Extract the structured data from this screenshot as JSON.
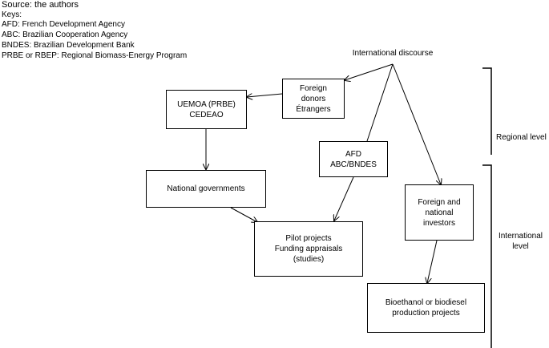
{
  "header": {
    "source": "Source: the authors",
    "keys_title": "Keys:",
    "keys": [
      "AFD: French Development Agency",
      "ABC: Brazilian Cooperation Agency",
      "BNDES: Brazilian Development Bank",
      "PRBE or RBEP: Regional Biomass-Energy Program"
    ]
  },
  "diagram": {
    "top_label": "International discourse",
    "nodes": {
      "foreign_donors": [
        "Foreign",
        "donors",
        "Étrangers"
      ],
      "uemoa": [
        "UEMOA (PRBE)",
        "CEDEAO"
      ],
      "afd": [
        "AFD",
        "ABC/BNDES"
      ],
      "national_governments": [
        "National governments"
      ],
      "foreign_investors": [
        "Foreign and",
        "national",
        "investors"
      ],
      "pilot_projects": [
        "Pilot projects",
        "Funding appraisals",
        "(studies)"
      ],
      "bioethanol": [
        "Bioethanol or biodiesel",
        "production projects"
      ]
    },
    "levels": {
      "regional": "Regional level",
      "international": [
        "International",
        "level"
      ]
    }
  }
}
